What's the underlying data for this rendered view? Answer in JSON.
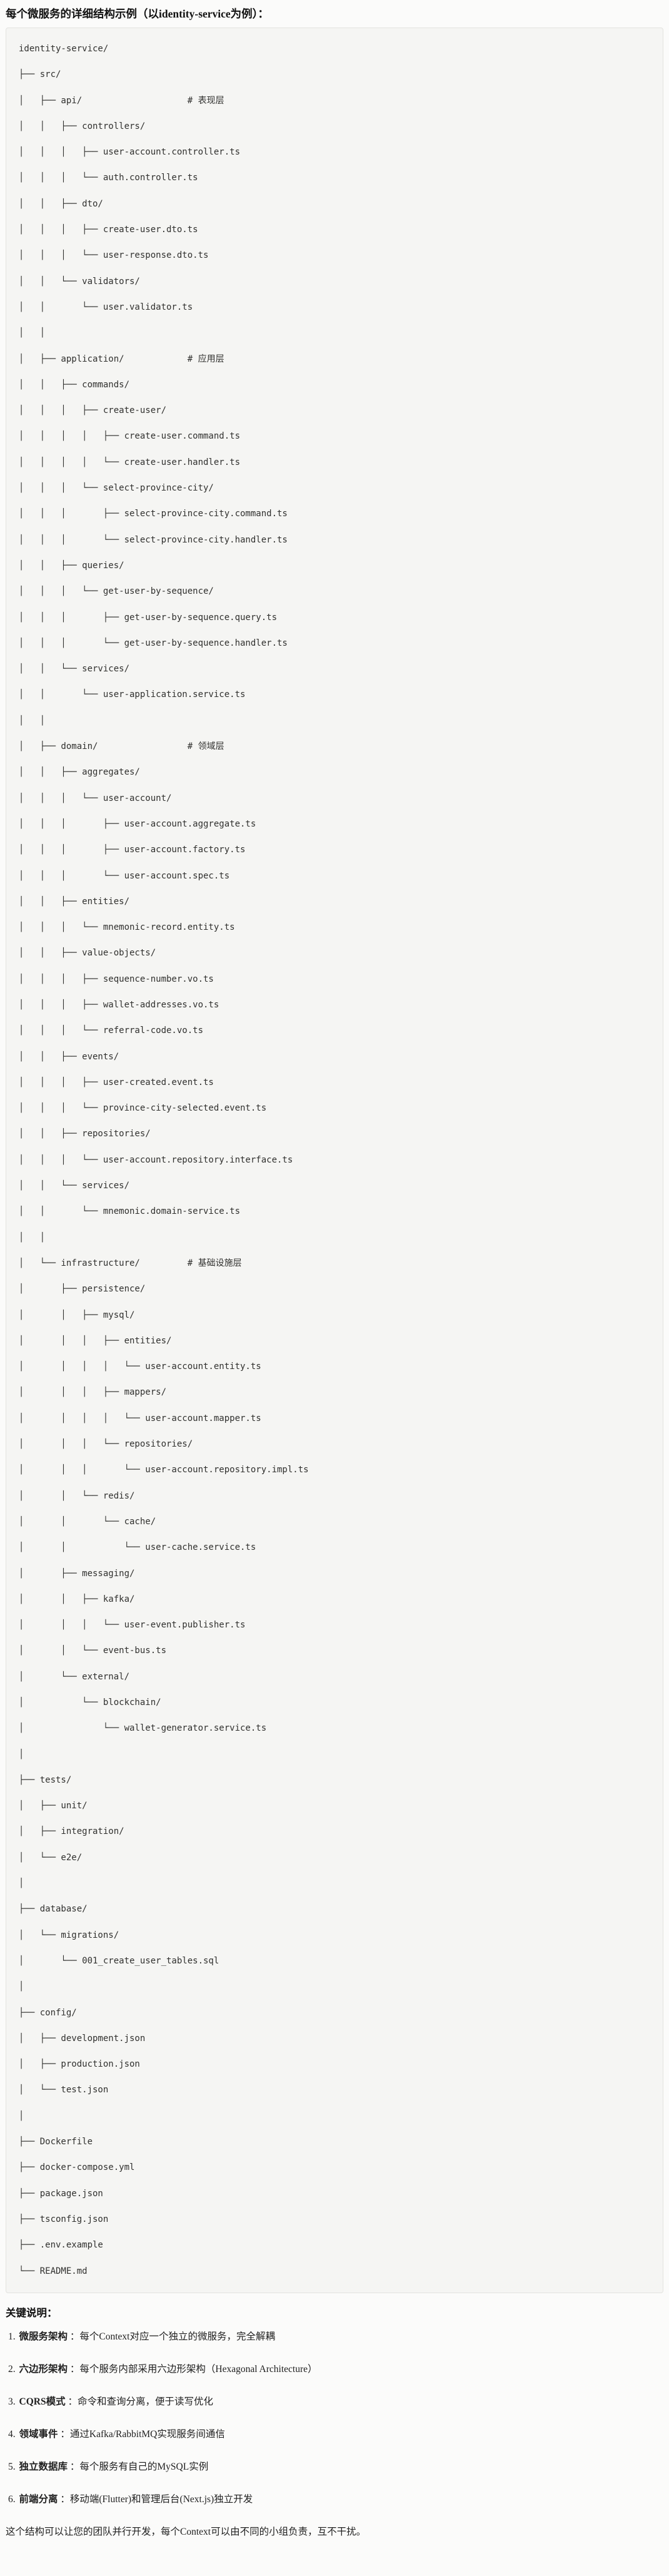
{
  "page": {
    "title": "每个微服务的详细结构示例（以identity-service为例）："
  },
  "colors": {
    "page_background": "#fbfbfa",
    "codeblock_background": "#f5f5f3",
    "codeblock_border": "#e3e3df",
    "text": "#1f1f1f",
    "code_text": "#30302e"
  },
  "tree": {
    "lines": [
      "identity-service/",
      "├── src/",
      "│   ├── api/                    # 表现层",
      "│   │   ├── controllers/",
      "│   │   │   ├── user-account.controller.ts",
      "│   │   │   └── auth.controller.ts",
      "│   │   ├── dto/",
      "│   │   │   ├── create-user.dto.ts",
      "│   │   │   └── user-response.dto.ts",
      "│   │   └── validators/",
      "│   │       └── user.validator.ts",
      "│   │",
      "│   ├── application/            # 应用层",
      "│   │   ├── commands/",
      "│   │   │   ├── create-user/",
      "│   │   │   │   ├── create-user.command.ts",
      "│   │   │   │   └── create-user.handler.ts",
      "│   │   │   └── select-province-city/",
      "│   │   │       ├── select-province-city.command.ts",
      "│   │   │       └── select-province-city.handler.ts",
      "│   │   ├── queries/",
      "│   │   │   └── get-user-by-sequence/",
      "│   │   │       ├── get-user-by-sequence.query.ts",
      "│   │   │       └── get-user-by-sequence.handler.ts",
      "│   │   └── services/",
      "│   │       └── user-application.service.ts",
      "│   │",
      "│   ├── domain/                 # 领域层",
      "│   │   ├── aggregates/",
      "│   │   │   └── user-account/",
      "│   │   │       ├── user-account.aggregate.ts",
      "│   │   │       ├── user-account.factory.ts",
      "│   │   │       └── user-account.spec.ts",
      "│   │   ├── entities/",
      "│   │   │   └── mnemonic-record.entity.ts",
      "│   │   ├── value-objects/",
      "│   │   │   ├── sequence-number.vo.ts",
      "│   │   │   ├── wallet-addresses.vo.ts",
      "│   │   │   └── referral-code.vo.ts",
      "│   │   ├── events/",
      "│   │   │   ├── user-created.event.ts",
      "│   │   │   └── province-city-selected.event.ts",
      "│   │   ├── repositories/",
      "│   │   │   └── user-account.repository.interface.ts",
      "│   │   └── services/",
      "│   │       └── mnemonic.domain-service.ts",
      "│   │",
      "│   └── infrastructure/         # 基础设施层",
      "│       ├── persistence/",
      "│       │   ├── mysql/",
      "│       │   │   ├── entities/",
      "│       │   │   │   └── user-account.entity.ts",
      "│       │   │   ├── mappers/",
      "│       │   │   │   └── user-account.mapper.ts",
      "│       │   │   └── repositories/",
      "│       │   │       └── user-account.repository.impl.ts",
      "│       │   └── redis/",
      "│       │       └── cache/",
      "│       │           └── user-cache.service.ts",
      "│       ├── messaging/",
      "│       │   ├── kafka/",
      "│       │   │   └── user-event.publisher.ts",
      "│       │   └── event-bus.ts",
      "│       └── external/",
      "│           └── blockchain/",
      "│               └── wallet-generator.service.ts",
      "│",
      "├── tests/",
      "│   ├── unit/",
      "│   ├── integration/",
      "│   └── e2e/",
      "│",
      "├── database/",
      "│   └── migrations/",
      "│       └── 001_create_user_tables.sql",
      "│",
      "├── config/",
      "│   ├── development.json",
      "│   ├── production.json",
      "│   └── test.json",
      "│",
      "├── Dockerfile",
      "├── docker-compose.yml",
      "├── package.json",
      "├── tsconfig.json",
      "├── .env.example",
      "└── README.md"
    ]
  },
  "notes": {
    "heading": "关键说明：",
    "items": [
      {
        "num": "1.",
        "term": "微服务架构",
        "desc": "：每个Context对应一个独立的微服务，完全解耦"
      },
      {
        "num": "2.",
        "term": "六边形架构",
        "desc": "：每个服务内部采用六边形架构（Hexagonal Architecture）"
      },
      {
        "num": "3.",
        "term": "CQRS模式",
        "desc": "：命令和查询分离，便于读写优化"
      },
      {
        "num": "4.",
        "term": "领域事件",
        "desc": "：通过Kafka/RabbitMQ实现服务间通信"
      },
      {
        "num": "5.",
        "term": "独立数据库",
        "desc": "：每个服务有自己的MySQL实例"
      },
      {
        "num": "6.",
        "term": "前端分离",
        "desc": "：移动端(Flutter)和管理后台(Next.js)独立开发"
      }
    ],
    "footer": "这个结构可以让您的团队并行开发，每个Context可以由不同的小组负责，互不干扰。"
  }
}
